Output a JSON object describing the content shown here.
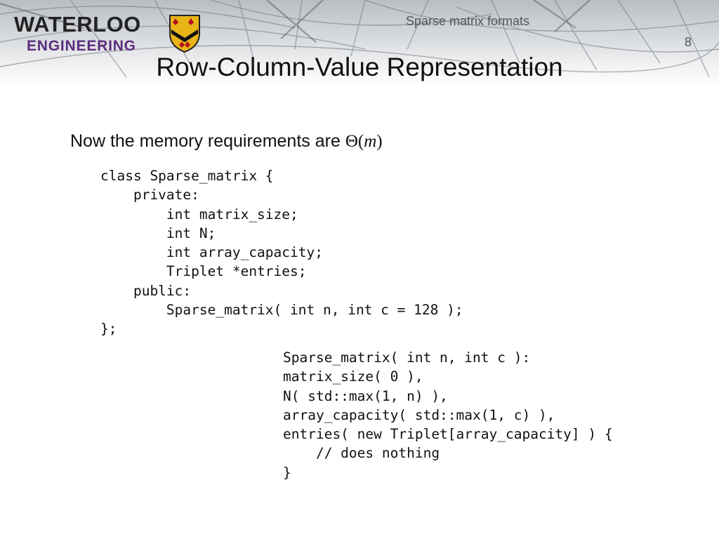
{
  "header": {
    "logo_line1": "WATERLOO",
    "logo_line2": "ENGINEERING",
    "subtitle": "Sparse matrix formats",
    "page_number": "8"
  },
  "slide": {
    "title": "Row-Column-Value Representation",
    "statement_text": "Now the memory requirements are ",
    "statement_math_prefix": "Θ(",
    "statement_math_var": "m",
    "statement_math_suffix": ")"
  },
  "code_class": [
    "class Sparse_matrix {",
    "    private:",
    "        int matrix_size;",
    "        int N;",
    "        int array_capacity;",
    "        Triplet *entries;",
    "    public:",
    "        Sparse_matrix( int n, int c = 128 );",
    "};"
  ],
  "code_constructor": [
    "Sparse_matrix( int n, int c ):",
    "matrix_size( 0 ),",
    "N( std::max(1, n) ),",
    "array_capacity( std::max(1, c) ),",
    "entries( new Triplet[array_capacity] ) {",
    "    // does nothing",
    "}"
  ],
  "colors": {
    "engineering_purple": "#5b2d7e",
    "shield_red": "#b5121b",
    "shield_gold": "#e8b416"
  }
}
